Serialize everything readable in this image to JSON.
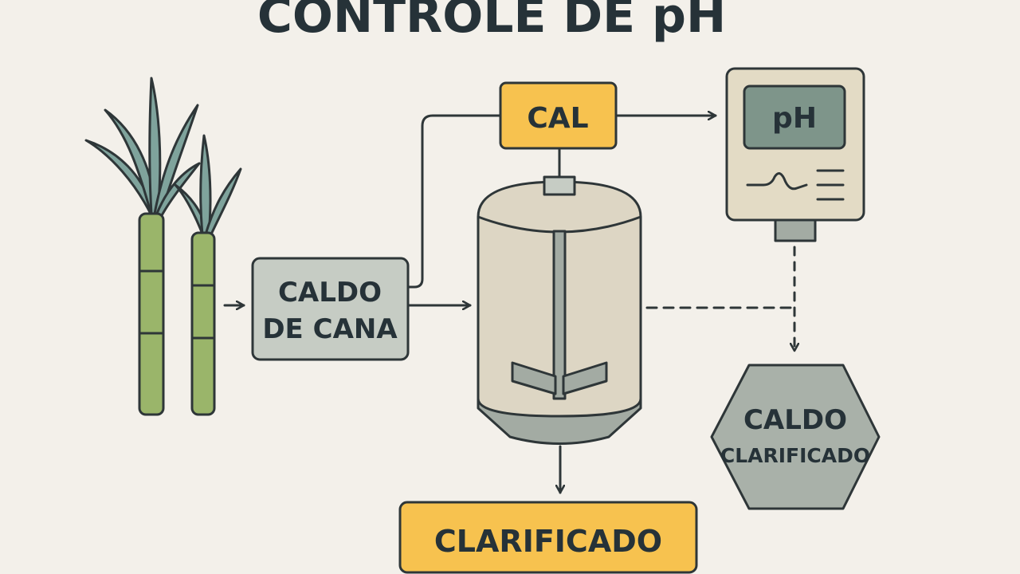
{
  "title": "CONTROLE DE pH",
  "nodes": {
    "caldo_cana": {
      "line1": "CALDO",
      "line2": "DE CANA"
    },
    "cal": {
      "label": "CAL"
    },
    "ph_meter": {
      "label": "pH"
    },
    "caldo_clarificado": {
      "line1": "CALDO",
      "line2": "CLARIFICADO"
    },
    "clarificador": {
      "label": "CLARIFICADO"
    }
  },
  "colors": {
    "background": "#f3f0ea",
    "stroke": "#2e3638",
    "grey_box": "#c6ccc4",
    "yellow_box": "#f7c24f",
    "tank_body": "#ddd6c4",
    "tank_bottom": "#a3aba3",
    "meter_body": "#e3dbc5",
    "meter_screen": "#7e958a",
    "cane_stalk": "#9ab56a",
    "cane_leaf": "#7fa39c"
  }
}
